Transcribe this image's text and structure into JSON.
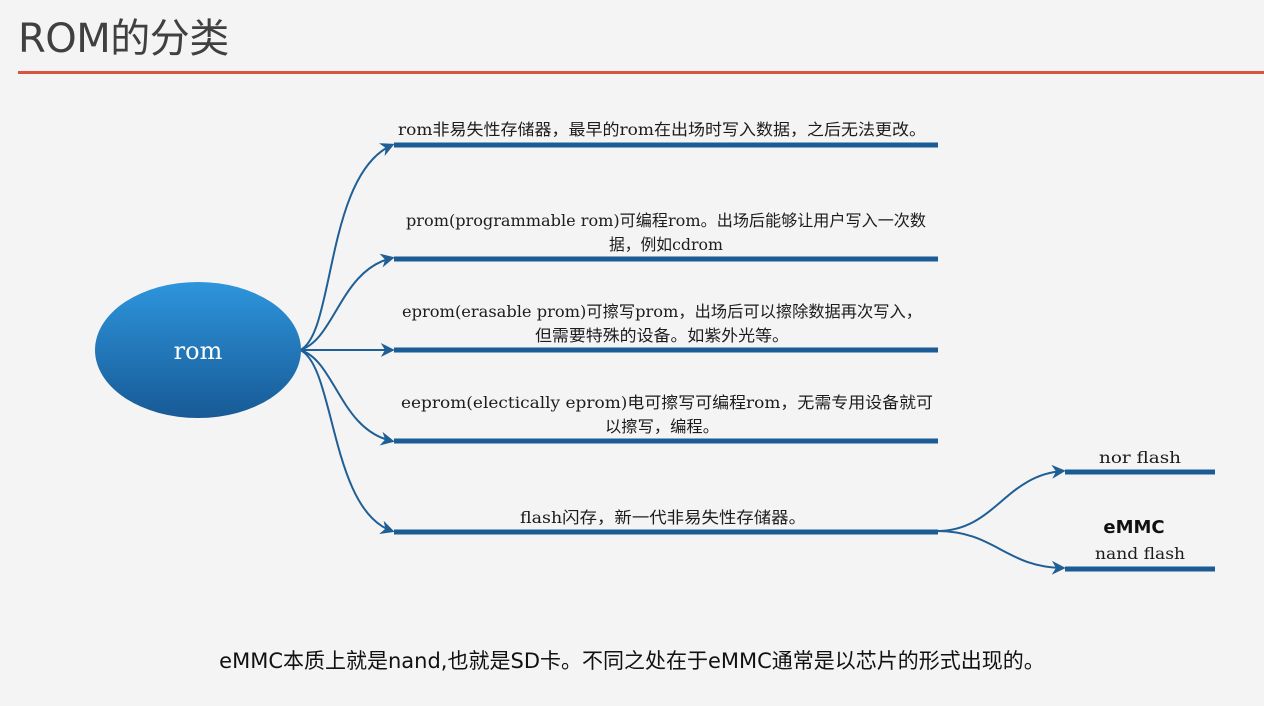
{
  "slide": {
    "title": "ROM的分类",
    "footer": "eMMC本质上就是nand,也就是SD卡。不同之处在于eMMC通常是以芯片的形式出现的。"
  },
  "diagram": {
    "root": "rom",
    "branches": [
      {
        "lines": [
          "rom非易失性存储器，最早的rom在出场时写入数据，之后无法更改。"
        ]
      },
      {
        "lines": [
          "prom(programmable rom)可编程rom。出场后能够让用户写入一次数",
          "据，例如cdrom"
        ]
      },
      {
        "lines": [
          "eprom(erasable prom)可擦写prom，出场后可以擦除数据再次写入，",
          "但需要特殊的设备。如紫外光等。"
        ]
      },
      {
        "lines": [
          "eeprom(electically eprom)电可擦写可编程rom，无需专用设备就可",
          "以擦写，编程。"
        ]
      },
      {
        "lines": [
          "flash闪存，新一代非易失性存储器。"
        ]
      }
    ],
    "flash_children": [
      "nor flash",
      "nand flash"
    ],
    "emmc_label": "eMMC"
  },
  "colors": {
    "accent_rule": "#d9553d",
    "connector": "#1f5f95",
    "node_line": "#1a5c93",
    "root_fill_top": "#2e8fd6",
    "root_fill_bottom": "#185e9a"
  }
}
